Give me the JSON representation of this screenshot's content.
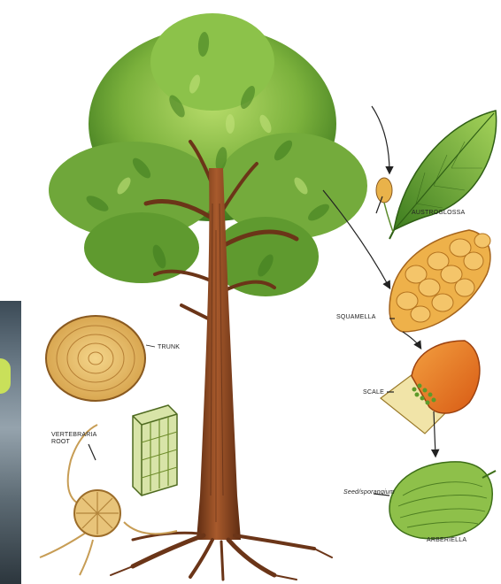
{
  "labels": {
    "austroglossa": "AUSTROGLOSSA",
    "squamella": "SQUAMELLA",
    "scale": "SCALE",
    "seed": "Seed/sporangium",
    "arberiella": "ARBERIELLA",
    "trunk": "TRUNK",
    "root": "VERTEBRARIA\nROOT"
  },
  "colors": {
    "leaf": "#5c9a2e",
    "leaf_light": "#9cc850",
    "trunk": "#8a4522",
    "trunk_dark": "#5e2c12",
    "cone": "#e8a43a",
    "scale_orange": "#ea7a25",
    "seed_green": "#6fa83a"
  }
}
